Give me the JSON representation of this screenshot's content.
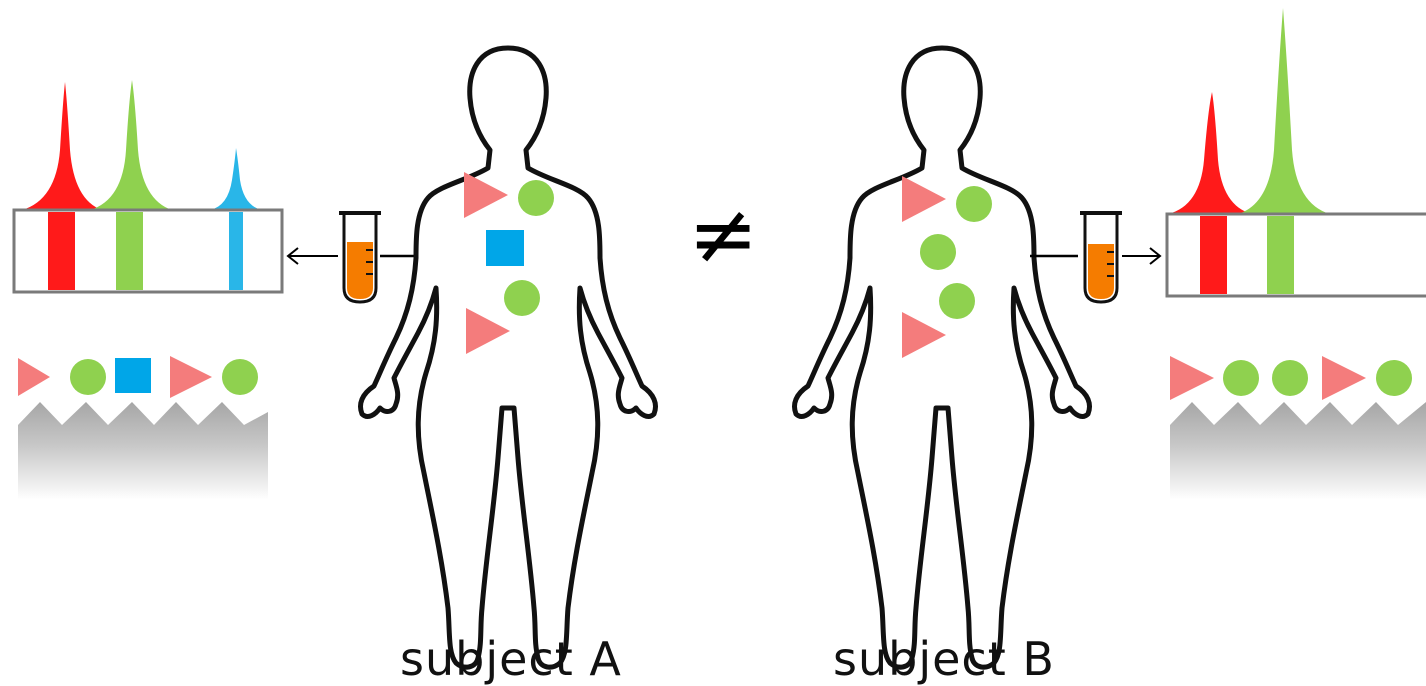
{
  "subjects": [
    {
      "label": "subject A",
      "body_markers": [
        "triangle",
        "circle",
        "square",
        "circle",
        "triangle"
      ],
      "spectrum_peaks": [
        {
          "color": "#ff1a1a",
          "height": 1.0
        },
        {
          "color": "#8fd14f",
          "height": 1.0
        },
        {
          "color": "#29b6e8",
          "height": 0.5
        }
      ],
      "gel_bands": [
        "#ff1a1a",
        "#8fd14f",
        "#29b6e8"
      ],
      "surface_markers": [
        "triangle",
        "circle",
        "square",
        "triangle",
        "circle"
      ]
    },
    {
      "label": "subject B",
      "body_markers": [
        "triangle",
        "circle",
        "circle",
        "circle",
        "triangle"
      ],
      "spectrum_peaks": [
        {
          "color": "#ff1a1a",
          "height": 0.6
        },
        {
          "color": "#8fd14f",
          "height": 1.0
        }
      ],
      "gel_bands": [
        "#ff1a1a",
        "#8fd14f"
      ],
      "surface_markers": [
        "triangle",
        "circle",
        "circle",
        "triangle",
        "circle"
      ]
    }
  ],
  "relation_symbol": "≠",
  "colors": {
    "triangle": "#f47c7c",
    "circle": "#8fd14f",
    "square": "#00a6e8",
    "tube_fill": "#f57c00",
    "surface": "#a8a8a8"
  }
}
